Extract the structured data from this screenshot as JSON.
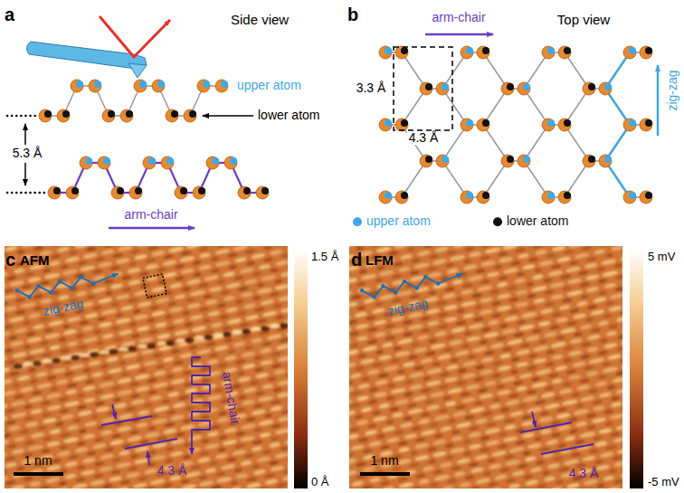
{
  "diagram": {
    "labels": [
      "a",
      "Side view",
      "upper atom",
      "lower atom",
      "5.3 Å",
      "arm-chair",
      "b",
      "Top view",
      "arm-chair",
      "zig-zag",
      "3.3 Å",
      "4.3 Å",
      "c",
      "AFM",
      "zig-zag",
      "arm-chair",
      "1 nm",
      "4.3 Å",
      "1.5 Å",
      "0 Å",
      "d",
      "LFM",
      "zig-zag",
      "1 nm",
      "4.3 Å",
      "5 mV",
      "-5 mV"
    ],
    "legend": [
      {
        "text": "upper atom",
        "color": "#3fa9e6"
      },
      {
        "text": "lower atom",
        "color": "#111111"
      }
    ]
  }
}
